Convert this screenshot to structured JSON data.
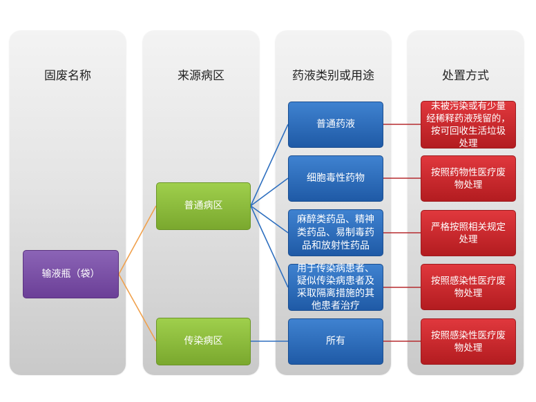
{
  "columns": {
    "col1": "固废名称",
    "col2": "来源病区",
    "col3": "药液类别或用途",
    "col4": "处置方式"
  },
  "waste": "输液瓶（袋）",
  "sources": {
    "general": "普通病区",
    "infectious": "传染病区"
  },
  "categories": {
    "c1": "普通药液",
    "c2": "细胞毒性药物",
    "c3": "麻醉类药品、精神\n类药品、易制毒药\n品和放射性药品",
    "c4": "用于传染病患者、\n疑似传染病患者及\n采取隔离措施的其\n他患者治疗",
    "c5": "所有"
  },
  "disposals": {
    "d1": "未被污染或有少量\n经稀释药液残留的，\n按可回收生活垃圾\n处理",
    "d2": "按照药物性医疗废\n物处理",
    "d3": "严格按照相关规定\n处理",
    "d4": "按照感染性医疗废\n物处理",
    "d5": "按照感染性医疗废\n物处理"
  },
  "colors": {
    "purple": "#6b3f97",
    "green": "#7aa82e",
    "blue": "#1f5aa6",
    "red": "#b31c20",
    "orange_line": "#f0a04b",
    "blue_line": "#2e6fbf",
    "red_line": "#b52a2e"
  }
}
